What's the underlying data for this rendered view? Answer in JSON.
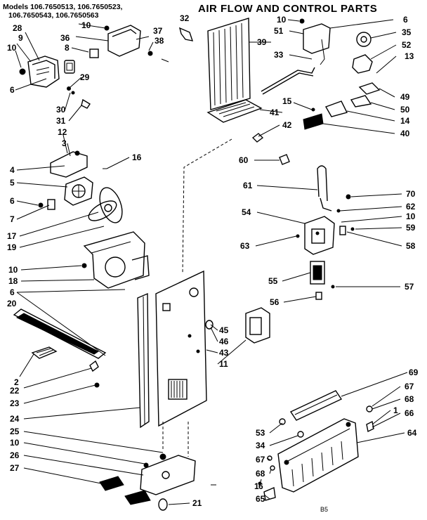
{
  "title": "AIR FLOW AND CONTROL PARTS",
  "models": {
    "line1": "Models 106.7650513, 106.7650523,",
    "line2": "106.7650543, 106.7650563"
  },
  "page_code": "B5",
  "callouts": [
    {
      "id": "c32",
      "label": "32"
    },
    {
      "id": "c28",
      "label": "28"
    },
    {
      "id": "c10a",
      "label": "10"
    },
    {
      "id": "c9",
      "label": "9"
    },
    {
      "id": "c36",
      "label": "36"
    },
    {
      "id": "c37",
      "label": "37"
    },
    {
      "id": "c10b",
      "label": "10"
    },
    {
      "id": "c8",
      "label": "8"
    },
    {
      "id": "c38",
      "label": "38"
    },
    {
      "id": "c29",
      "label": "29"
    },
    {
      "id": "c6a",
      "label": "6"
    },
    {
      "id": "c30",
      "label": "30"
    },
    {
      "id": "c31",
      "label": "31"
    },
    {
      "id": "c12",
      "label": "12"
    },
    {
      "id": "c3",
      "label": "3"
    },
    {
      "id": "c16",
      "label": "16"
    },
    {
      "id": "c4",
      "label": "4"
    },
    {
      "id": "c5",
      "label": "5"
    },
    {
      "id": "c6b",
      "label": "6"
    },
    {
      "id": "c7",
      "label": "7"
    },
    {
      "id": "c17",
      "label": "17"
    },
    {
      "id": "c19",
      "label": "19"
    },
    {
      "id": "c10c",
      "label": "10"
    },
    {
      "id": "c18",
      "label": "18"
    },
    {
      "id": "c6c",
      "label": "6"
    },
    {
      "id": "c20",
      "label": "20"
    },
    {
      "id": "c2",
      "label": "2"
    },
    {
      "id": "c22",
      "label": "22"
    },
    {
      "id": "c23",
      "label": "23"
    },
    {
      "id": "c24",
      "label": "24"
    },
    {
      "id": "c25",
      "label": "25"
    },
    {
      "id": "c10d",
      "label": "10"
    },
    {
      "id": "c26",
      "label": "26"
    },
    {
      "id": "c27",
      "label": "27"
    },
    {
      "id": "c21",
      "label": "21"
    },
    {
      "id": "c45",
      "label": "45"
    },
    {
      "id": "c46",
      "label": "46"
    },
    {
      "id": "c43",
      "label": "43"
    },
    {
      "id": "c11",
      "label": "11"
    },
    {
      "id": "c10e",
      "label": "10"
    },
    {
      "id": "c6d",
      "label": "6"
    },
    {
      "id": "c51",
      "label": "51"
    },
    {
      "id": "c35",
      "label": "35"
    },
    {
      "id": "c39",
      "label": "39"
    },
    {
      "id": "c52",
      "label": "52"
    },
    {
      "id": "c33",
      "label": "33"
    },
    {
      "id": "c13",
      "label": "13"
    },
    {
      "id": "c49",
      "label": "49"
    },
    {
      "id": "c15",
      "label": "15"
    },
    {
      "id": "c50",
      "label": "50"
    },
    {
      "id": "c41",
      "label": "41"
    },
    {
      "id": "c14",
      "label": "14"
    },
    {
      "id": "c42",
      "label": "42"
    },
    {
      "id": "c40",
      "label": "40"
    },
    {
      "id": "c60",
      "label": "60"
    },
    {
      "id": "c61",
      "label": "61"
    },
    {
      "id": "c70",
      "label": "70"
    },
    {
      "id": "c62",
      "label": "62"
    },
    {
      "id": "c54",
      "label": "54"
    },
    {
      "id": "c10f",
      "label": "10"
    },
    {
      "id": "c59",
      "label": "59"
    },
    {
      "id": "c63",
      "label": "63"
    },
    {
      "id": "c58",
      "label": "58"
    },
    {
      "id": "c55",
      "label": "55"
    },
    {
      "id": "c57",
      "label": "57"
    },
    {
      "id": "c56",
      "label": "56"
    },
    {
      "id": "c69",
      "label": "69"
    },
    {
      "id": "c67a",
      "label": "67"
    },
    {
      "id": "c68a",
      "label": "68"
    },
    {
      "id": "c1a",
      "label": "1"
    },
    {
      "id": "c66",
      "label": "66"
    },
    {
      "id": "c53",
      "label": "53"
    },
    {
      "id": "c64",
      "label": "64"
    },
    {
      "id": "c34",
      "label": "34"
    },
    {
      "id": "c67b",
      "label": "67"
    },
    {
      "id": "c68b",
      "label": "68"
    },
    {
      "id": "c1b",
      "label": "1"
    },
    {
      "id": "c6e",
      "label": "6"
    },
    {
      "id": "c65",
      "label": "65"
    }
  ]
}
